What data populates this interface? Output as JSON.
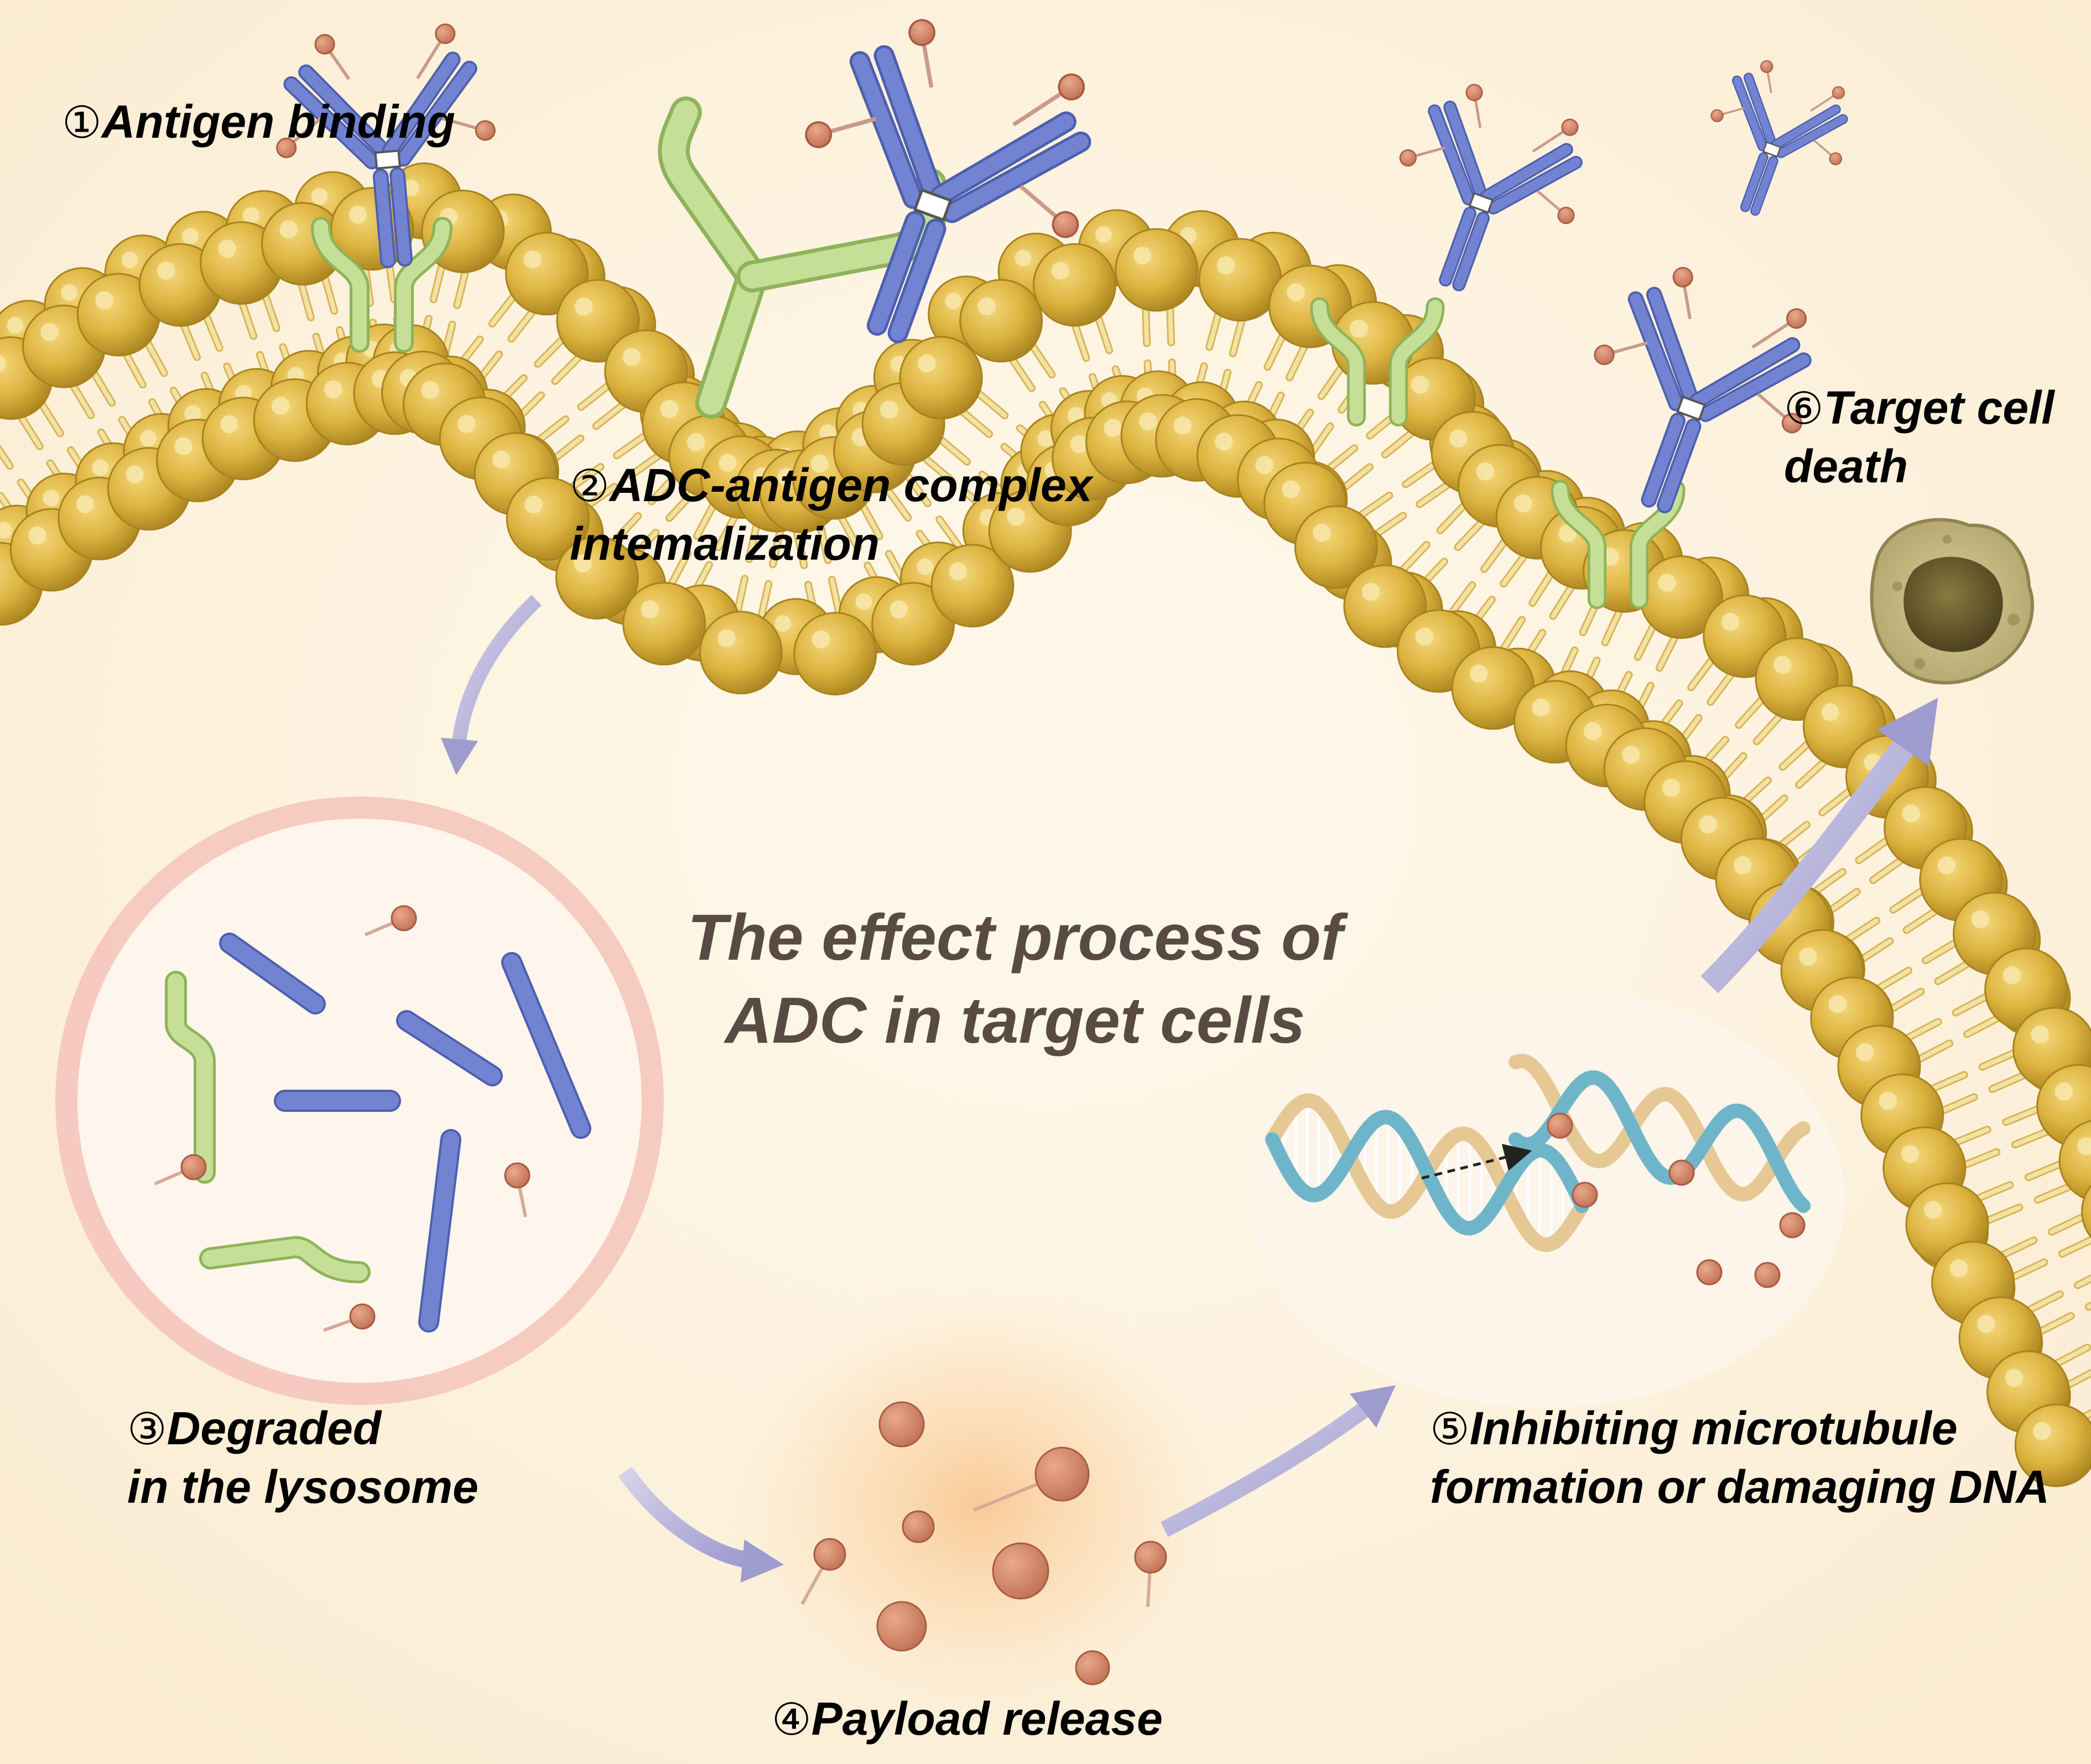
{
  "title": {
    "line1": "The effect process of",
    "line2": "ADC in target cells"
  },
  "steps": [
    {
      "num": "①",
      "line1": "Antigen binding",
      "line2": ""
    },
    {
      "num": "②",
      "line1": "ADC-antigen complex",
      "line2": "intemalization"
    },
    {
      "num": "③",
      "line1": "Degraded",
      "line2": "in the lysosome"
    },
    {
      "num": "④",
      "line1": "Payload release",
      "line2": ""
    },
    {
      "num": "⑤",
      "line1": "Inhibiting microtubule",
      "line2": "formation or damaging DNA"
    },
    {
      "num": "⑥",
      "line1": "Target cell",
      "line2": "death"
    }
  ],
  "colors": {
    "background": "#fdf1dc",
    "lipid_head": "#dcb33f",
    "lipid_head_dark": "#a8821e",
    "lipid_tail": "#f3e2a4",
    "antibody": "#7283d1",
    "antigen": "#c6df96",
    "payload": "#cf8a6c",
    "lysosome_ring": "#f6c9bf",
    "arrow": "#a8a6d3",
    "dna_blue": "#6fb5ca",
    "dna_tan": "#e6c894",
    "dead_cell": "#7a6a3a",
    "title": "#594a44"
  },
  "icons": [
    "antibody-icon",
    "antigen-icon",
    "payload-icon",
    "lipid-bilayer",
    "lysosome-icon",
    "dna-icon",
    "dead-cell-icon",
    "arrow-icon"
  ]
}
